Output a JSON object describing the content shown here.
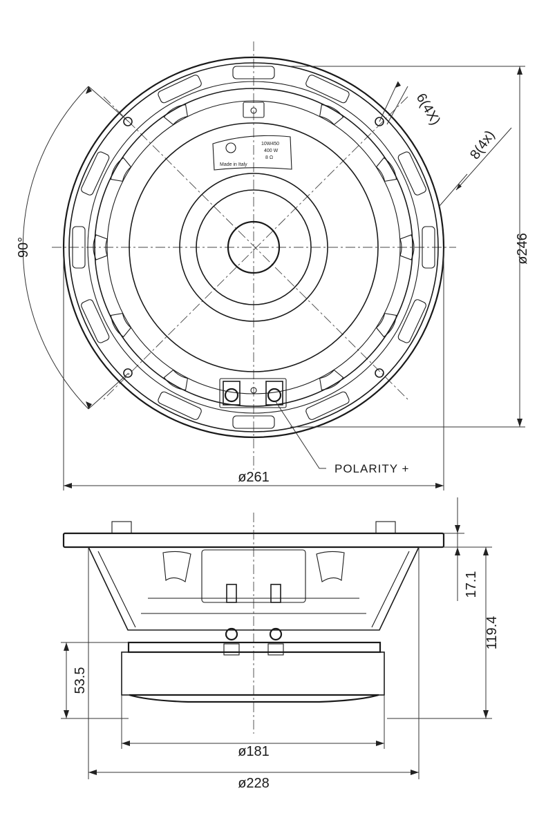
{
  "front_view": {
    "label_outer_diameter": "ø261",
    "label_bolt_circle": "ø246",
    "label_angle": "90°",
    "label_slot_width": "6(4X)",
    "label_slot_length": "8(4x)",
    "label_polarity": "POLARITY +",
    "nameplate": {
      "model": "10W450",
      "power": "400 W",
      "impedance": "8 Ω",
      "made_in": "Made in Italy"
    }
  },
  "side_view": {
    "label_frame_height": "17.1",
    "label_total_depth": "119.4",
    "label_magnet_depth": "53.5",
    "label_magnet_diameter": "ø181",
    "label_cutout_diameter": "ø228"
  }
}
